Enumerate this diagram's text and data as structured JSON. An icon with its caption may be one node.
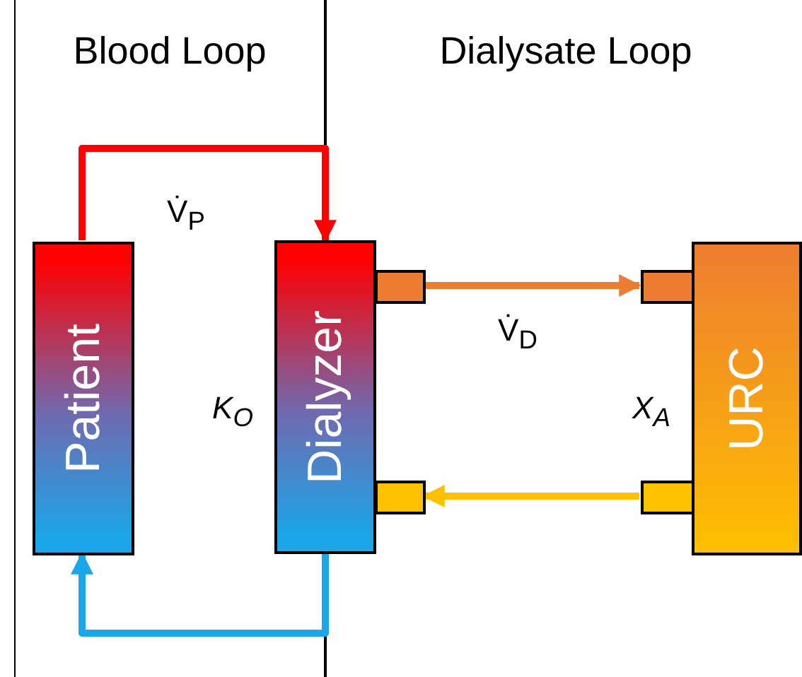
{
  "diagram": {
    "nodes": [
      {
        "text": [
          "Blood Loop"
        ]
      },
      {
        "text": [
          "Dialysate Loop"
        ]
      },
      {
        "text": [
          "Patient"
        ],
        "in": 0
      },
      {
        "text": [
          "Dialyzer"
        ]
      },
      {
        "text": [],
        "shape": "box",
        "in": 1
      },
      {
        "text": [],
        "shape": "box",
        "in": 1
      },
      {
        "text": [
          "URC"
        ],
        "in": 1
      },
      {
        "text": [],
        "shape": "box",
        "in": 1
      },
      {
        "text": [],
        "shape": "box",
        "in": 1
      }
    ],
    "edges": [
      {
        "from": 2,
        "to": 3,
        "arrow": "to",
        "label": "V̇$_{P}$",
        "color": "#ff0000"
      },
      {
        "from": 3,
        "to": 2,
        "arrow": "to",
        "color": "#1aa6e8"
      },
      {
        "from": 4,
        "to": 7,
        "arrow": "to",
        "label": "V̇$_{D}$",
        "color": "#ed7d31"
      },
      {
        "from": 8,
        "to": 5,
        "arrow": "to",
        "color": "#ffc000"
      }
    ],
    "labels": [
      "K$_{O}$",
      "X$_{A}$"
    ]
  }
}
